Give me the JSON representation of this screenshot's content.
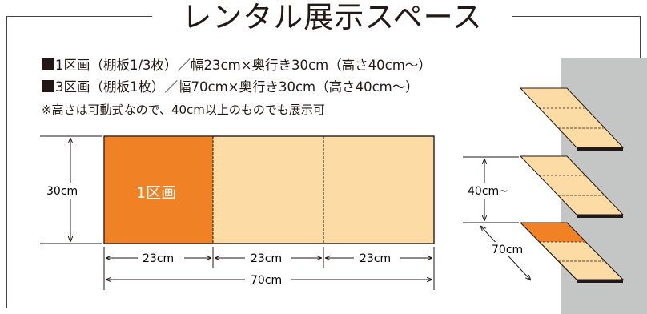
{
  "title": "レンタル展示スペース",
  "specs": [
    "1区画（棚板1/3枚）／幅23cm×奥行き30cm（高さ40cm〜）",
    "3区画（棚板1枚）／幅70cm×奥行き30cm（高さ40cm〜）"
  ],
  "note": "※高さは可動式なので、40cm以上のものでも展示可",
  "diagram": {
    "section_label": "1区画",
    "depth_label": "30cm",
    "width_labels": [
      "23cm",
      "23cm",
      "23cm"
    ],
    "total_label": "70cm",
    "height_label": "40cm~",
    "shelf_depth_label": "70cm"
  },
  "colors": {
    "highlight": "#f08225",
    "shelf": "#fddba5",
    "wall": "#c4c6c6",
    "text": "#231815"
  }
}
